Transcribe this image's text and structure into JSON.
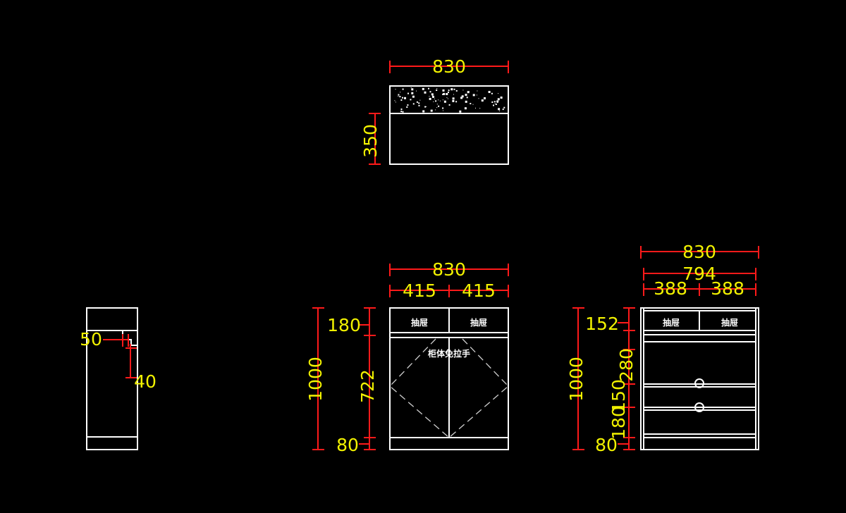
{
  "drawing": {
    "background": "#000000",
    "colors": {
      "outline": "#ffffff",
      "dimension_line": "#ff1a1a",
      "dimension_text": "#f2f200"
    },
    "plan_view": {
      "width_dim": "830",
      "depth_dim": "350"
    },
    "side_section": {
      "dim_50": "50",
      "dim_40": "40"
    },
    "front_view": {
      "width_dim": "830",
      "half_left": "415",
      "half_right": "415",
      "height_total": "1000",
      "drawer_height": "180",
      "door_height": "722",
      "base_height": "80",
      "drawer_left_label": "抽屉",
      "drawer_right_label": "抽屉",
      "door_label": "柜体免拉手"
    },
    "interior_view": {
      "width_dim": "830",
      "inner_width": "794",
      "half_left": "388",
      "half_right": "388",
      "height_total": "1000",
      "drawer_height": "152",
      "shelf_280": "280",
      "shelf_150": "150",
      "shelf_180": "180",
      "base_height": "80",
      "drawer_left_label": "抽屉",
      "drawer_right_label": "抽屉"
    }
  }
}
